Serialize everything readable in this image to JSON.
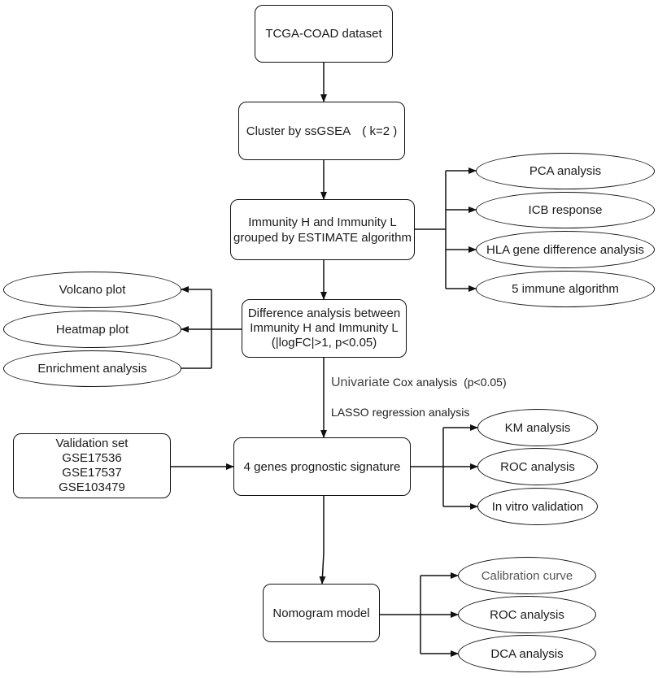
{
  "main_flow": {
    "tcga": "TCGA-COAD dataset",
    "cluster": "Cluster by ssGSEA　( k=2 )",
    "immunity_lines": [
      "Immunity H and Immunity L",
      "grouped by ESTIMATE algorithm"
    ],
    "diff_lines": [
      "Difference analysis between",
      "Immunity H and Immunity L",
      "(|logFC|>1, p<0.05)"
    ],
    "signature": "4 genes prognostic signature",
    "nomogram": "Nomogram model"
  },
  "validation_lines": [
    "Validation set",
    "GSE17536",
    "GSE17537",
    "GSE103479"
  ],
  "immunity_outputs": [
    "PCA analysis",
    "ICB response",
    "HLA gene difference analysis",
    "5 immune algorithm"
  ],
  "diff_outputs": [
    "Volcano plot",
    "Heatmap plot",
    "Enrichment analysis"
  ],
  "signature_outputs": [
    "KM analysis",
    "ROC analysis",
    "In vitro validation"
  ],
  "nomogram_outputs": [
    "Calibration curve",
    "ROC analysis",
    "DCA analysis"
  ],
  "step_labels": {
    "univariate_word": "Univariate",
    "cox_rest": " Cox analysis  (p<0.05)",
    "lasso": "LASSO regression analysis"
  }
}
